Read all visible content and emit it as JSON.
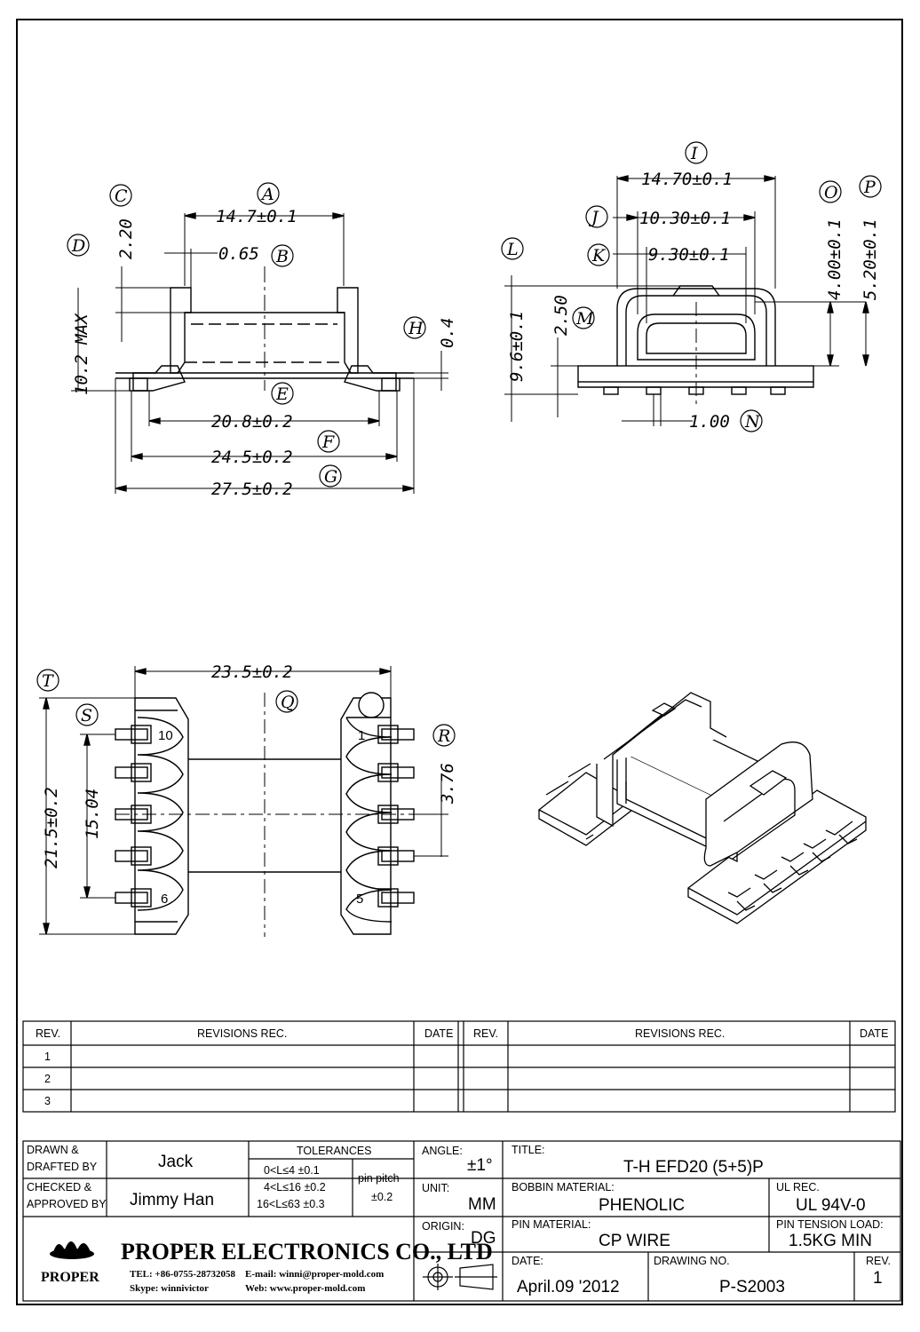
{
  "views": {
    "side": {
      "dims": {
        "A": "14.7±0.1",
        "B": "0.65",
        "C": "2.20",
        "D": "10.2 MAX",
        "E": "20.8±0.2",
        "F": "24.5±0.2",
        "G": "27.5±0.2",
        "H": "0.4"
      }
    },
    "front": {
      "dims": {
        "I": "14.70±0.1",
        "J": "10.30±0.1",
        "K": "9.30±0.1",
        "L": "9.6±0.1",
        "M": "2.50",
        "N": "1.00",
        "O": "4.00±0.1",
        "P": "5.20±0.1"
      }
    },
    "bottom": {
      "dims": {
        "Q": "23.5±0.2",
        "R": "3.76",
        "S": "15.04",
        "T": "21.5±0.2"
      },
      "pins": {
        "p10": "10",
        "p6": "6",
        "p1": "1",
        "p5": "5"
      }
    },
    "circle_labels": [
      "A",
      "B",
      "C",
      "D",
      "E",
      "F",
      "G",
      "H",
      "I",
      "J",
      "K",
      "L",
      "M",
      "N",
      "O",
      "P",
      "Q",
      "R",
      "S",
      "T"
    ]
  },
  "revisions": {
    "left_header": {
      "rev": "REV.",
      "rec": "REVISIONS   REC.",
      "date": "DATE"
    },
    "right_header": {
      "rev": "REV.",
      "rec": "REVISIONS   REC.",
      "date": "DATE"
    },
    "rows": [
      "1",
      "2",
      "3"
    ]
  },
  "title_block": {
    "drawn_label_1": "DRAWN &",
    "drawn_label_2": "DRAFTED BY",
    "drawn_value": "Jack",
    "checked_label_1": "CHECKED &",
    "checked_label_2": "APPROVED BY",
    "checked_value": "Jimmy  Han",
    "tolerances_label": "TOLERANCES",
    "tol_1": "0<L≤4    ±0.1",
    "tol_2": "4<L≤16  ±0.2",
    "tol_3": "16<L≤63  ±0.3",
    "pin_pitch_label_1": "pin  pitch",
    "pin_pitch_value": "±0.2",
    "angle_label": "ANGLE:",
    "angle_value": "±1°",
    "unit_label": "UNIT:",
    "unit_value": "MM",
    "origin_label": "ORIGIN:",
    "origin_value": "DG",
    "title_label": "TITLE:",
    "title_value": "T-H  EFD20  (5+5)P",
    "bobbin_label": "BOBBIN  MATERIAL:",
    "bobbin_value": "PHENOLIC",
    "ul_label": "UL  REC.",
    "ul_value": "UL  94V-0",
    "pin_mat_label": "PIN  MATERIAL:",
    "pin_mat_value": "CP  WIRE",
    "tension_label": "PIN  TENSION  LOAD:",
    "tension_value": "1.5KG    MIN",
    "date_label": "DATE:",
    "date_value": "April.09  '2012",
    "drawing_label": "DRAWING  NO.",
    "drawing_value": "P-S2003",
    "rev_label": "REV.",
    "rev_value": "1",
    "company_name": "PROPER ELECTRONICS CO., LTD",
    "logo_text": "PROPER",
    "tel": "TEL: +86-0755-28732058",
    "email": "E-mail: winni@proper-mold.com",
    "skype": "Skype: winnivictor",
    "web": "Web: www.proper-mold.com"
  }
}
